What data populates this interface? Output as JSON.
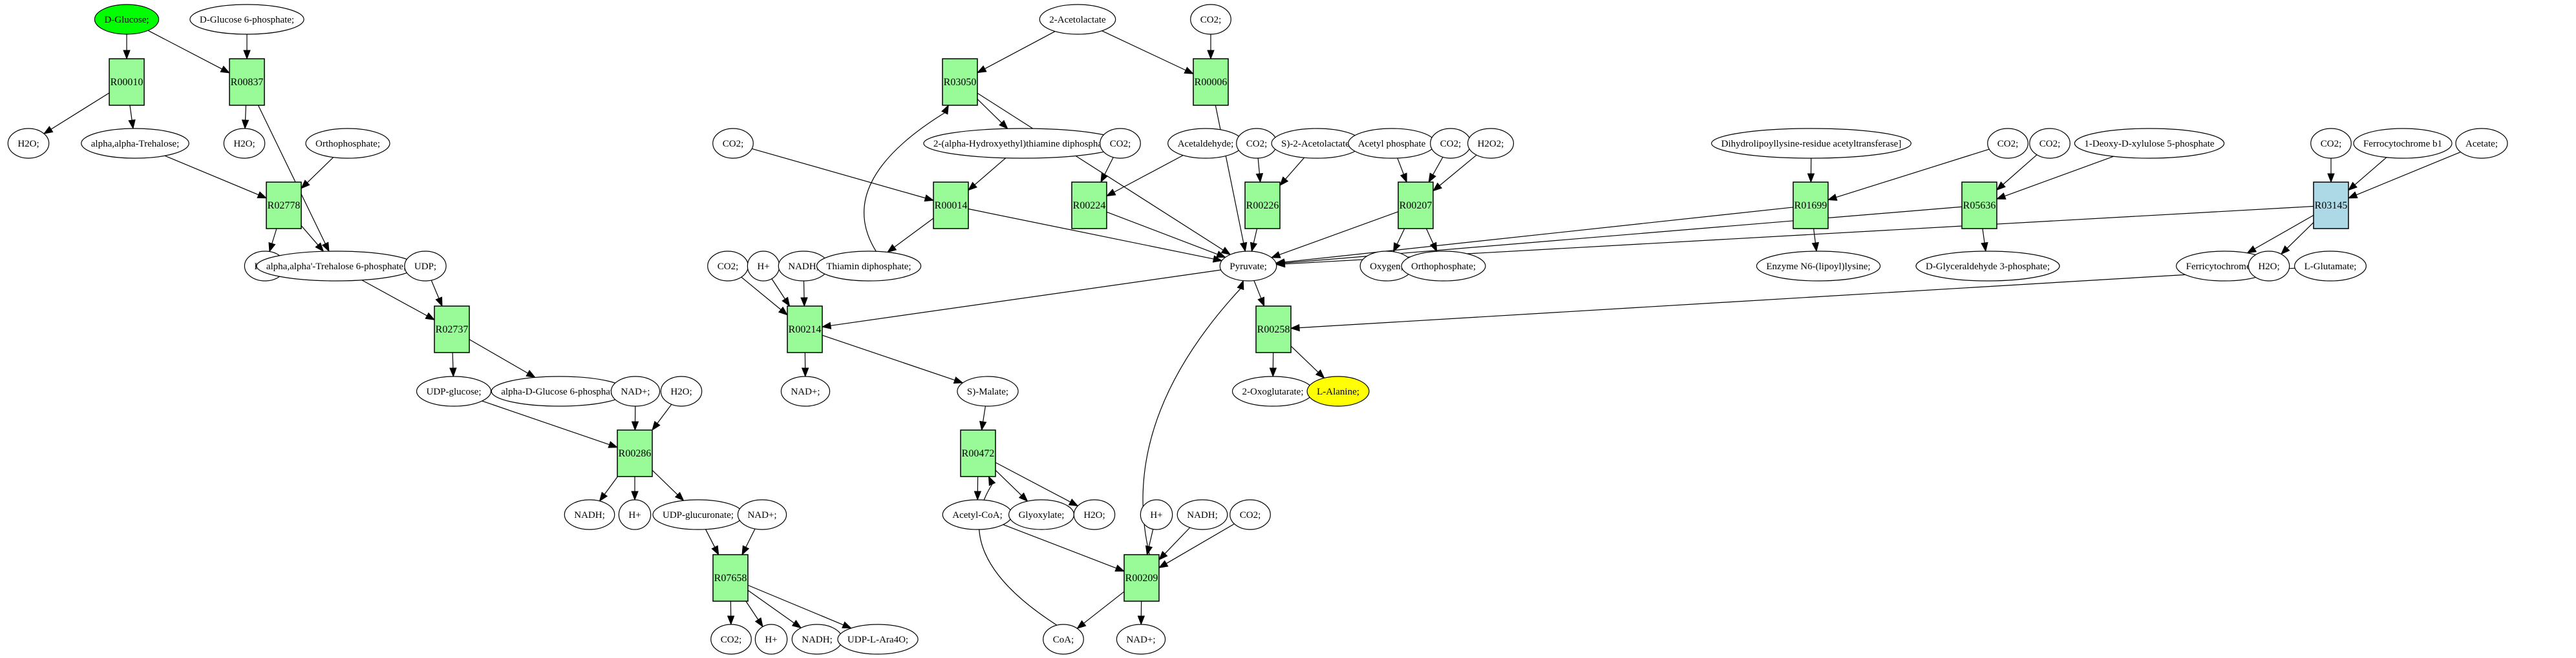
{
  "diagram": {
    "type": "metabolic-pathway-graph",
    "colors": {
      "reaction_default": "#98fb98",
      "reaction_highlight": "#add8e6",
      "compound_default": "#ffffff",
      "compound_source": "#00ff00",
      "compound_target": "#ffff00",
      "edge": "#000000"
    },
    "compounds": [
      {
        "id": "c_dglucose",
        "label": "D-Glucose;",
        "role": "source"
      },
      {
        "id": "c_g6p",
        "label": "D-Glucose 6-phosphate;"
      },
      {
        "id": "c_acetolactate",
        "label": "2-Acetolactate"
      },
      {
        "id": "c_co2_a",
        "label": "CO2;"
      },
      {
        "id": "c_h2o_a",
        "label": "H2O;"
      },
      {
        "id": "c_trehalose",
        "label": "alpha,alpha-Trehalose;"
      },
      {
        "id": "c_h2o_b",
        "label": "H2O;"
      },
      {
        "id": "c_orthophos_a",
        "label": "Orthophosphate;"
      },
      {
        "id": "c_co2_b",
        "label": "CO2;"
      },
      {
        "id": "c_hethpp",
        "label": "2-(alpha-Hydroxyethyl)thiamine diphosphate;"
      },
      {
        "id": "c_co2_c",
        "label": "CO2;"
      },
      {
        "id": "c_acetaldehyde",
        "label": "Acetaldehyde;"
      },
      {
        "id": "c_co2_d",
        "label": "CO2;"
      },
      {
        "id": "c_s2acetolactate",
        "label": "S)-2-Acetolactate;"
      },
      {
        "id": "c_acetylphos",
        "label": "Acetyl phosphate"
      },
      {
        "id": "c_co2_e",
        "label": "CO2;"
      },
      {
        "id": "c_h2o2",
        "label": "H2O2;"
      },
      {
        "id": "c_dihydrolipoyl",
        "label": "Dihydrolipoyllysine-residue acetyltransferase]"
      },
      {
        "id": "c_co2_f",
        "label": "CO2;"
      },
      {
        "id": "c_co2_g",
        "label": "CO2;"
      },
      {
        "id": "c_deoxyxylulose",
        "label": "1-Deoxy-D-xylulose 5-phosphate"
      },
      {
        "id": "c_co2_h",
        "label": "CO2;"
      },
      {
        "id": "c_ferrocyt",
        "label": "Ferrocytochrome b1"
      },
      {
        "id": "c_acetate",
        "label": "Acetate;"
      },
      {
        "id": "c_h2o_c",
        "label": "H2O;"
      },
      {
        "id": "c_t6p",
        "label": "alpha,alpha'-Trehalose 6-phosphate;"
      },
      {
        "id": "c_udp",
        "label": "UDP;"
      },
      {
        "id": "c_co2_i",
        "label": "CO2;"
      },
      {
        "id": "c_hplus_a",
        "label": "H+"
      },
      {
        "id": "c_nadh_a",
        "label": "NADH;"
      },
      {
        "id": "c_thiamin",
        "label": "Thiamin diphosphate;"
      },
      {
        "id": "c_pyruvate",
        "label": "Pyruvate;"
      },
      {
        "id": "c_oxygen",
        "label": "Oxygen;"
      },
      {
        "id": "c_orthophos_b",
        "label": "Orthophosphate;"
      },
      {
        "id": "c_enzymen6",
        "label": "Enzyme N6-(lipoyl)lysine;"
      },
      {
        "id": "c_gap",
        "label": "D-Glyceraldehyde 3-phosphate;"
      },
      {
        "id": "c_ferricyt",
        "label": "Ferricytochrome b1"
      },
      {
        "id": "c_h2o_d",
        "label": "H2O;"
      },
      {
        "id": "c_lglutamate",
        "label": "L-Glutamate;"
      },
      {
        "id": "c_udpglucose",
        "label": "UDP-glucose;"
      },
      {
        "id": "c_adg6p",
        "label": "alpha-D-Glucose 6-phosphate"
      },
      {
        "id": "c_nadp_a",
        "label": "NAD+;"
      },
      {
        "id": "c_h2o_e",
        "label": "H2O;"
      },
      {
        "id": "c_nadp_b",
        "label": "NAD+;"
      },
      {
        "id": "c_smalate",
        "label": "S)-Malate;"
      },
      {
        "id": "c_oxoglutarate",
        "label": "2-Oxoglutarate;"
      },
      {
        "id": "c_lalanine",
        "label": "L-Alanine;",
        "role": "target"
      },
      {
        "id": "c_nadh_b",
        "label": "NADH;"
      },
      {
        "id": "c_hplus_b",
        "label": "H+"
      },
      {
        "id": "c_udpglucuronate",
        "label": "UDP-glucuronate;"
      },
      {
        "id": "c_nadp_c",
        "label": "NAD+;"
      },
      {
        "id": "c_acetylcoa",
        "label": "Acetyl-CoA;"
      },
      {
        "id": "c_glyoxylate",
        "label": "Glyoxylate;"
      },
      {
        "id": "c_h2o_f",
        "label": "H2O;"
      },
      {
        "id": "c_hplus_c",
        "label": "H+"
      },
      {
        "id": "c_nadh_c",
        "label": "NADH;"
      },
      {
        "id": "c_co2_j",
        "label": "CO2;"
      },
      {
        "id": "c_co2_k",
        "label": "CO2;"
      },
      {
        "id": "c_hplus_d",
        "label": "H+"
      },
      {
        "id": "c_nadh_d",
        "label": "NADH;"
      },
      {
        "id": "c_udpara4o",
        "label": "UDP-L-Ara4O;"
      },
      {
        "id": "c_coa",
        "label": "CoA;"
      },
      {
        "id": "c_nadp_d",
        "label": "NAD+;"
      }
    ],
    "reactions": [
      {
        "id": "r_R00010",
        "label": "R00010"
      },
      {
        "id": "r_R00837",
        "label": "R00837"
      },
      {
        "id": "r_R03050",
        "label": "R03050"
      },
      {
        "id": "r_R00006",
        "label": "R00006"
      },
      {
        "id": "r_R02778",
        "label": "R02778"
      },
      {
        "id": "r_R00014",
        "label": "R00014"
      },
      {
        "id": "r_R00224",
        "label": "R00224"
      },
      {
        "id": "r_R00226",
        "label": "R00226"
      },
      {
        "id": "r_R00207",
        "label": "R00207"
      },
      {
        "id": "r_R01699",
        "label": "R01699"
      },
      {
        "id": "r_R05636",
        "label": "R05636"
      },
      {
        "id": "r_R03145",
        "label": "R03145",
        "highlight": true
      },
      {
        "id": "r_R02737",
        "label": "R02737"
      },
      {
        "id": "r_R00214",
        "label": "R00214"
      },
      {
        "id": "r_R00258",
        "label": "R00258"
      },
      {
        "id": "r_R00286",
        "label": "R00286"
      },
      {
        "id": "r_R00472",
        "label": "R00472"
      },
      {
        "id": "r_R07658",
        "label": "R07658"
      },
      {
        "id": "r_R00209",
        "label": "R00209"
      }
    ],
    "edges": [
      [
        "c_dglucose",
        "r_R00010"
      ],
      [
        "c_dglucose",
        "r_R00837"
      ],
      [
        "c_g6p",
        "r_R00837"
      ],
      [
        "r_R00010",
        "c_h2o_a"
      ],
      [
        "r_R00010",
        "c_trehalose"
      ],
      [
        "r_R00837",
        "c_h2o_b"
      ],
      [
        "r_R00837",
        "c_t6p"
      ],
      [
        "c_trehalose",
        "r_R02778"
      ],
      [
        "c_orthophos_a",
        "r_R02778"
      ],
      [
        "r_R02778",
        "c_h2o_c"
      ],
      [
        "r_R02778",
        "c_t6p"
      ],
      [
        "c_t6p",
        "r_R02737"
      ],
      [
        "c_udp",
        "r_R02737"
      ],
      [
        "r_R02737",
        "c_udpglucose"
      ],
      [
        "r_R02737",
        "c_adg6p"
      ],
      [
        "c_udpglucose",
        "r_R00286"
      ],
      [
        "c_nadp_a",
        "r_R00286"
      ],
      [
        "c_h2o_e",
        "r_R00286"
      ],
      [
        "r_R00286",
        "c_nadh_b"
      ],
      [
        "r_R00286",
        "c_hplus_b"
      ],
      [
        "r_R00286",
        "c_udpglucuronate"
      ],
      [
        "c_udpglucuronate",
        "r_R07658"
      ],
      [
        "c_nadp_c",
        "r_R07658"
      ],
      [
        "r_R07658",
        "c_co2_k"
      ],
      [
        "r_R07658",
        "c_hplus_d"
      ],
      [
        "r_R07658",
        "c_nadh_d"
      ],
      [
        "r_R07658",
        "c_udpara4o"
      ],
      [
        "c_acetolactate",
        "r_R03050"
      ],
      [
        "c_acetolactate",
        "r_R00006"
      ],
      [
        "c_co2_a",
        "r_R00006"
      ],
      [
        "c_thiamin",
        "r_R03050"
      ],
      [
        "r_R03050",
        "c_hethpp"
      ],
      [
        "r_R03050",
        "c_pyruvate"
      ],
      [
        "c_co2_b",
        "r_R00014"
      ],
      [
        "c_hethpp",
        "r_R00014"
      ],
      [
        "r_R00014",
        "c_thiamin"
      ],
      [
        "r_R00014",
        "c_pyruvate"
      ],
      [
        "r_R00006",
        "c_pyruvate"
      ],
      [
        "c_co2_c",
        "r_R00224"
      ],
      [
        "c_acetaldehyde",
        "r_R00224"
      ],
      [
        "r_R00224",
        "c_pyruvate"
      ],
      [
        "c_co2_d",
        "r_R00226"
      ],
      [
        "c_s2acetolactate",
        "r_R00226"
      ],
      [
        "r_R00226",
        "c_pyruvate"
      ],
      [
        "c_acetylphos",
        "r_R00207"
      ],
      [
        "c_co2_e",
        "r_R00207"
      ],
      [
        "c_h2o2",
        "r_R00207"
      ],
      [
        "r_R00207",
        "c_pyruvate"
      ],
      [
        "r_R00207",
        "c_oxygen"
      ],
      [
        "r_R00207",
        "c_orthophos_b"
      ],
      [
        "c_dihydrolipoyl",
        "r_R01699"
      ],
      [
        "c_co2_f",
        "r_R01699"
      ],
      [
        "r_R01699",
        "c_pyruvate"
      ],
      [
        "r_R01699",
        "c_enzymen6"
      ],
      [
        "c_co2_g",
        "r_R05636"
      ],
      [
        "c_deoxyxylulose",
        "r_R05636"
      ],
      [
        "r_R05636",
        "c_pyruvate"
      ],
      [
        "r_R05636",
        "c_gap"
      ],
      [
        "c_co2_h",
        "r_R03145"
      ],
      [
        "c_ferrocyt",
        "r_R03145"
      ],
      [
        "c_acetate",
        "r_R03145"
      ],
      [
        "r_R03145",
        "c_pyruvate"
      ],
      [
        "r_R03145",
        "c_ferricyt"
      ],
      [
        "r_R03145",
        "c_h2o_d"
      ],
      [
        "c_co2_i",
        "r_R00214"
      ],
      [
        "c_hplus_a",
        "r_R00214"
      ],
      [
        "c_nadh_a",
        "r_R00214"
      ],
      [
        "c_pyruvate",
        "r_R00214"
      ],
      [
        "r_R00214",
        "c_nadp_b"
      ],
      [
        "r_R00214",
        "c_smalate"
      ],
      [
        "c_pyruvate",
        "r_R00258"
      ],
      [
        "c_lglutamate",
        "r_R00258"
      ],
      [
        "r_R00258",
        "c_oxoglutarate"
      ],
      [
        "r_R00258",
        "c_lalanine"
      ],
      [
        "c_smalate",
        "r_R00472"
      ],
      [
        "c_coa",
        "r_R00472"
      ],
      [
        "r_R00472",
        "c_acetylcoa"
      ],
      [
        "r_R00472",
        "c_glyoxylate"
      ],
      [
        "r_R00472",
        "c_h2o_f"
      ],
      [
        "c_acetylcoa",
        "r_R00209"
      ],
      [
        "c_hplus_c",
        "r_R00209"
      ],
      [
        "c_nadh_c",
        "r_R00209"
      ],
      [
        "c_co2_j",
        "r_R00209"
      ],
      [
        "r_R00209",
        "c_coa"
      ],
      [
        "r_R00209",
        "c_nadp_d"
      ],
      [
        "r_R00209",
        "c_pyruvate"
      ]
    ]
  }
}
